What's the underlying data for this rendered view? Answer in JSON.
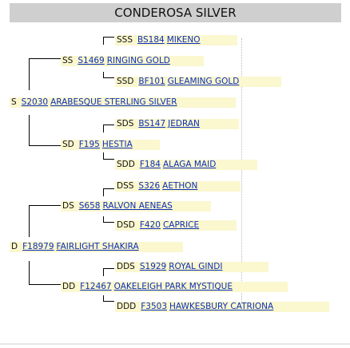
{
  "title": "CONDEROSA SILVER",
  "pedigree": {
    "sss": {
      "rel": "SSS",
      "reg": "BS184",
      "name": "MIKENO"
    },
    "ss": {
      "rel": "SS",
      "reg": "S1469",
      "name": "RINGING GOLD"
    },
    "ssd": {
      "rel": "SSD",
      "reg": "BF101",
      "name": "GLEAMING GOLD"
    },
    "s": {
      "rel": "S",
      "reg": "S2030",
      "name": "ARABESQUE STERLING SILVER"
    },
    "sds": {
      "rel": "SDS",
      "reg": "BS147",
      "name": "JEDRAN"
    },
    "sd": {
      "rel": "SD",
      "reg": "F195",
      "name": "HESTIA"
    },
    "sdd": {
      "rel": "SDD",
      "reg": "F184",
      "name": "ALAGA MAID"
    },
    "dss": {
      "rel": "DSS",
      "reg": "S326",
      "name": "AETHON"
    },
    "ds": {
      "rel": "DS",
      "reg": "S658",
      "name": "RALVON AENEAS"
    },
    "dsd": {
      "rel": "DSD",
      "reg": "F420",
      "name": "CAPRICE"
    },
    "d": {
      "rel": "D",
      "reg": "F18979",
      "name": "FAIRLIGHT SHAKIRA"
    },
    "dds": {
      "rel": "DDS",
      "reg": "S1929",
      "name": "ROYAL GINDI"
    },
    "dd": {
      "rel": "DD",
      "reg": "F12467",
      "name": "OAKELEIGH PARK MYSTIQUE"
    },
    "ddd": {
      "rel": "DDD",
      "reg": "F3503",
      "name": "HAWKESBURY CATRIONA"
    }
  }
}
